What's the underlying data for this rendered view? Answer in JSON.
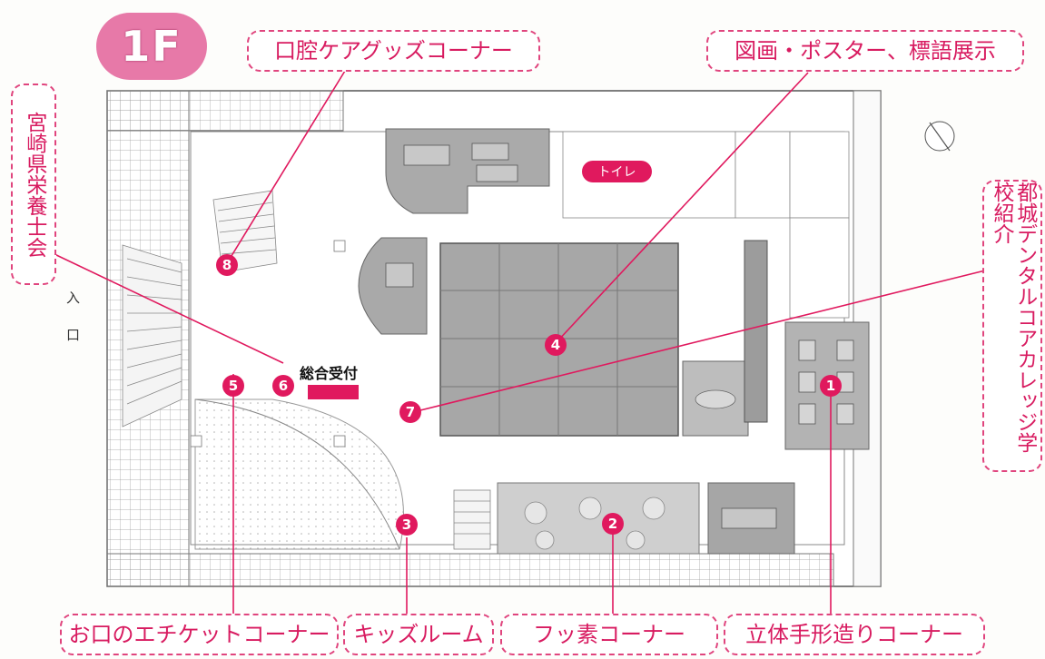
{
  "floor": "1F",
  "labels": {
    "oral_care_goods": "口腔ケアグッズコーナー",
    "posters": "図画・ポスター、標語展示",
    "nutrition": "宮崎県栄養士会",
    "dental_college": "都城デンタルコアカレッジ学校紹介",
    "etiquette": "お口のエチケットコーナー",
    "kids_room": "キッズルーム",
    "fluoride": "フッ素コーナー",
    "hand_model": "立体手形造りコーナー"
  },
  "reception": "総合受付",
  "toilet": "トイレ",
  "entrance": "入口",
  "markers": [
    "1",
    "2",
    "3",
    "4",
    "5",
    "6",
    "7",
    "8"
  ],
  "colors": {
    "accent": "#e0195e",
    "label_border": "#e0457e",
    "floor_badge": "#e779a8"
  }
}
